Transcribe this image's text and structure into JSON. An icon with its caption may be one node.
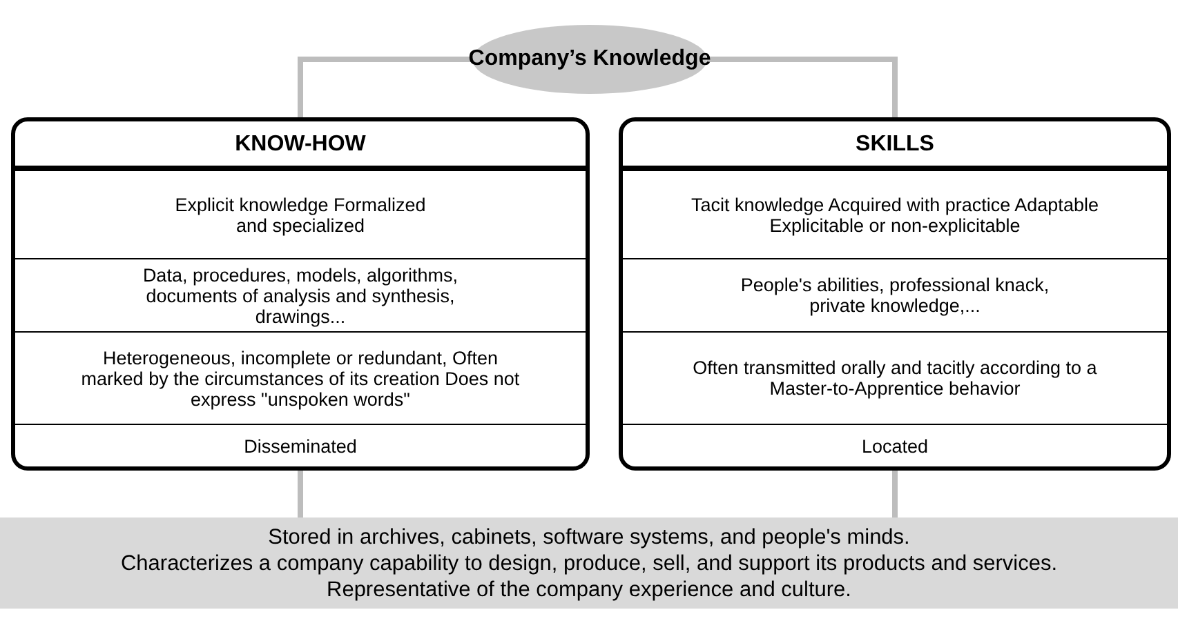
{
  "diagram": {
    "nodes": [
      {
        "text": [
          "Company’s Knowledge"
        ]
      },
      {
        "text": [
          "KNOW-HOW"
        ]
      },
      {
        "text": [
          "Explicit knowledge Formalized and specialized"
        ],
        "in": 1
      },
      {
        "text": [
          "Data, procedures, models, algorithms, documents of analysis and synthesis, drawings..."
        ],
        "in": 1
      },
      {
        "text": [
          "Heterogeneous, incomplete or redundant, Often marked by the circumstances of its creation Does not express \"unspoken words\""
        ],
        "in": 1
      },
      {
        "text": [
          "Disseminated"
        ],
        "in": 1
      },
      {
        "text": [
          "SKILLS"
        ]
      },
      {
        "text": [
          "Tacit knowledge Acquired with practice Adaptable Explicitable or non-explicitable"
        ],
        "in": 6
      },
      {
        "text": [
          "People's abilities, professional knack, private knowledge,..."
        ],
        "in": 6
      },
      {
        "text": [
          "Often transmitted orally and tacitly according to a Master-to-Apprentice behavior"
        ],
        "in": 6
      },
      {
        "text": [
          "Located"
        ],
        "in": 6
      },
      {
        "text": [
          "Stored in archives, cabinets, software systems, and people's minds.",
          "Characterizes a company capability to design, produce, sell, and support its products and services.",
          "Representative of the company experience and culture."
        ]
      }
    ],
    "edges": [
      {
        "from": 0,
        "to": 1,
        "arrow": "none"
      },
      {
        "from": 0,
        "to": 6,
        "arrow": "none"
      },
      {
        "from": 1,
        "to": 11,
        "arrow": "none"
      },
      {
        "from": 6,
        "to": 11,
        "arrow": "none"
      }
    ]
  }
}
